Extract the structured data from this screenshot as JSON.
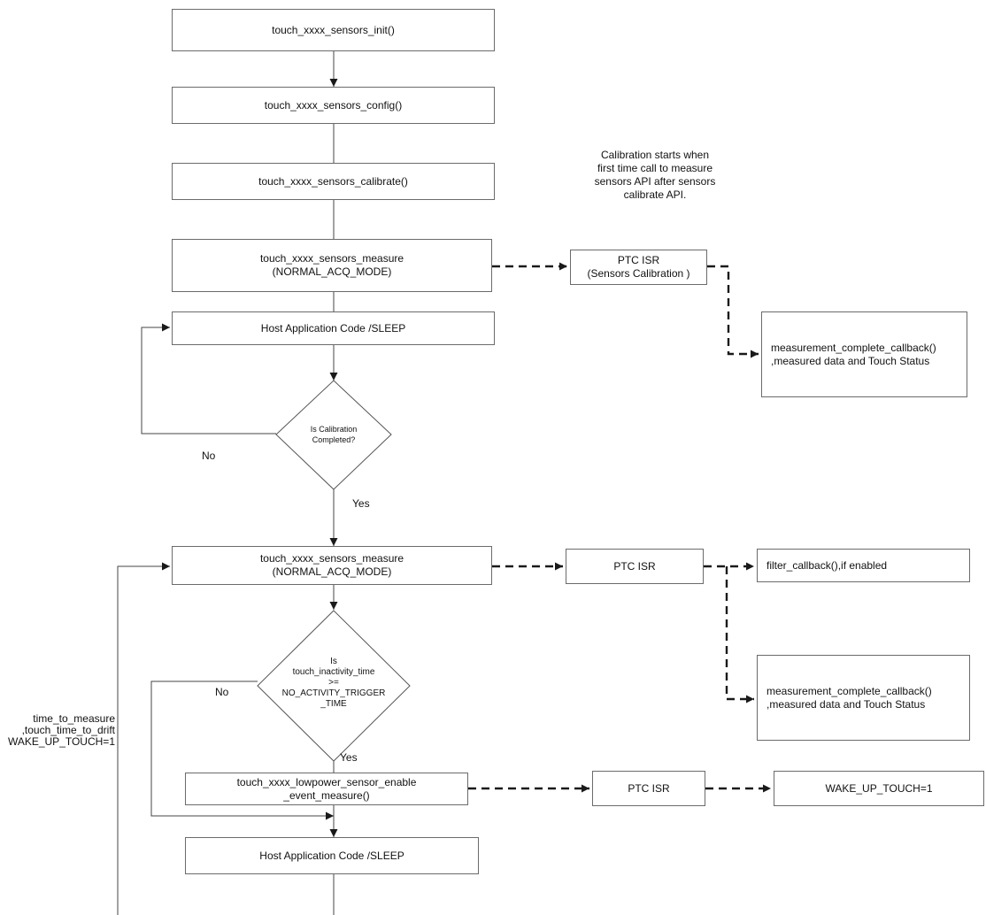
{
  "flow": {
    "init": "touch_xxxx_sensors_init()",
    "config": "touch_xxxx_sensors_config()",
    "calibrate": "touch_xxxx_sensors_calibrate()",
    "measure_1": "touch_xxxx_sensors_measure\n(NORMAL_ACQ_MODE)",
    "host_app_1": "Host Application Code /SLEEP",
    "decision_calibration": "Is Calibration\nCompleted?",
    "no_1": "No",
    "yes_1": "Yes",
    "measure_2": "touch_xxxx_sensors_measure\n(NORMAL_ACQ_MODE)",
    "decision_inactivity": "Is\ntouch_inactivity_time\n>=\nNO_ACTIVITY_TRIGGER\n_TIME",
    "no_2": "No",
    "yes_2": "Yes",
    "lowpower": "touch_xxxx_lowpower_sensor_enable\n_event_measure()",
    "host_app_2": "Host Application Code /SLEEP"
  },
  "side": {
    "ptc_isr_calibration": "PTC ISR\n(Sensors Calibration )",
    "measurement_complete_1": "measurement_complete_callback()\n,measured data and Touch Status",
    "ptc_isr_2": "PTC ISR",
    "filter_callback": "filter_callback(),if enabled",
    "measurement_complete_2": "measurement_complete_callback()\n,measured data and Touch Status",
    "ptc_isr_3": "PTC ISR",
    "wake_up_touch": "WAKE_UP_TOUCH=1"
  },
  "notes": {
    "calibration_note": "Calibration starts when\nfirst time call to measure\nsensors API after sensors\ncalibrate API.",
    "loop_label": "time_to_measure\n,touch_time_to_drift\nWAKE_UP_TOUCH=1"
  },
  "colors": {
    "line": "#333333",
    "box_border": "#6b6b6b"
  }
}
